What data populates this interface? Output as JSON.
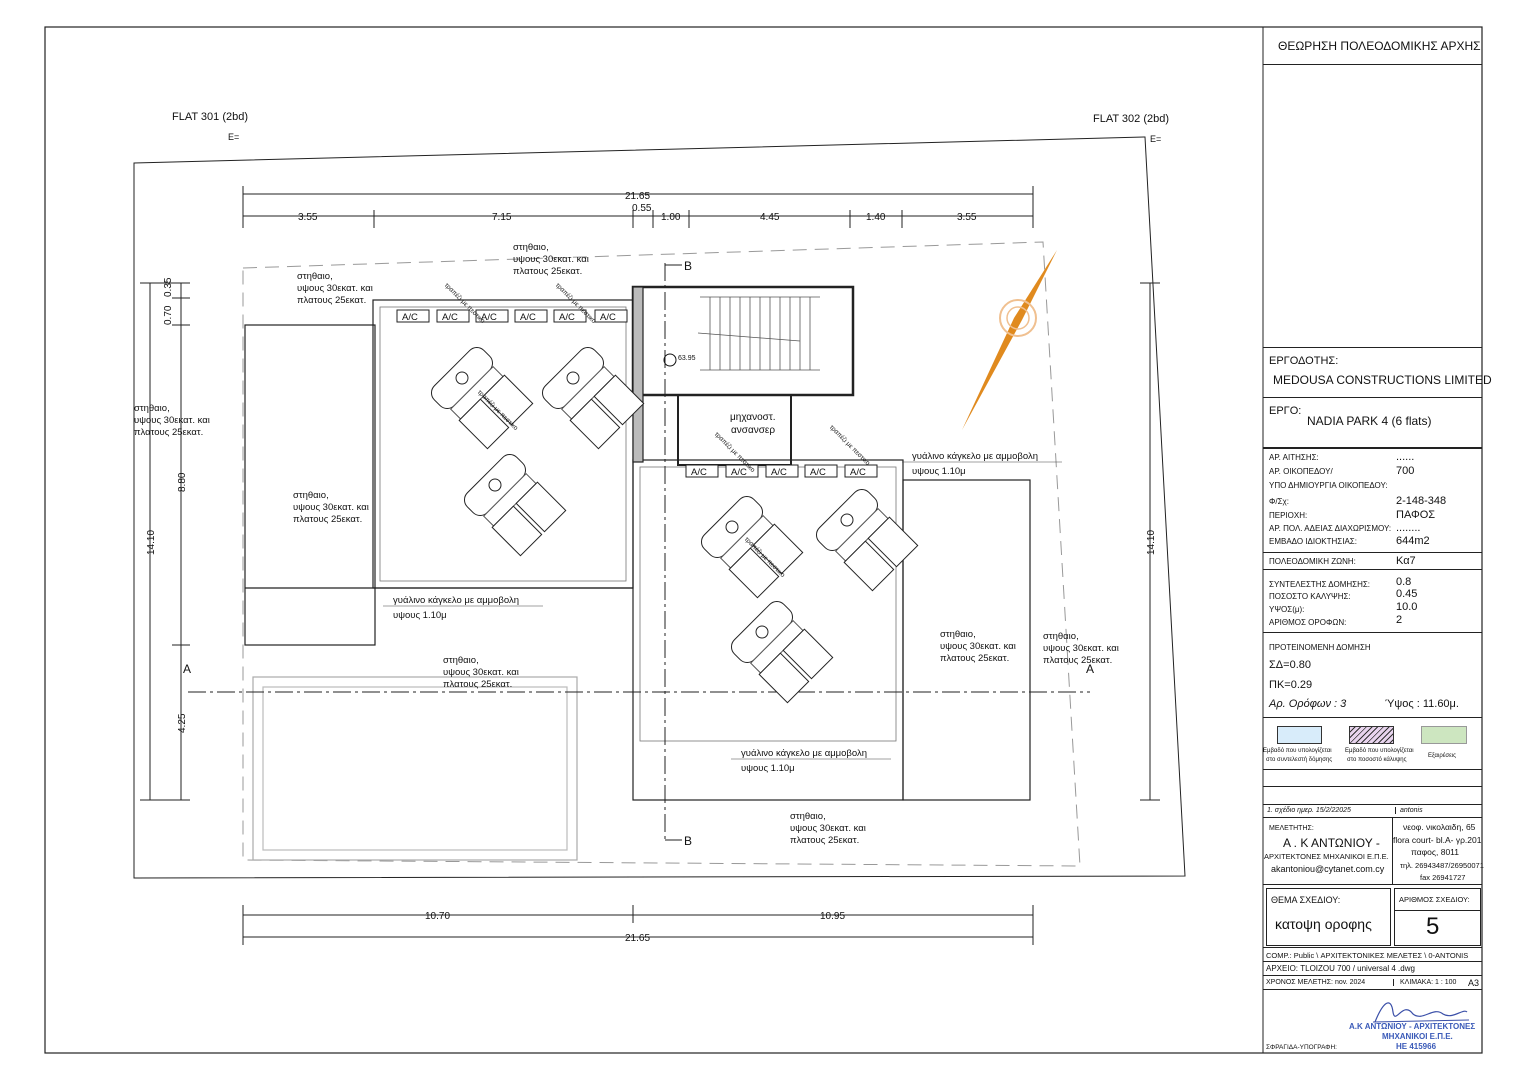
{
  "drawing": {
    "flat_left": {
      "label": "FLAT 301  (2bd)",
      "elevation": "E="
    },
    "flat_right": {
      "label": "FLAT 302  (2bd)",
      "elevation": "E="
    },
    "dims": {
      "top_total": "21.65",
      "top_segments": [
        "3.55",
        "7.15",
        "0.55",
        "1.00",
        "4.45",
        "1.40",
        "3.55"
      ],
      "bottom_segments": [
        "10.70",
        "10.95"
      ],
      "bottom_total": "21.65",
      "left_segments": [
        "0.70",
        "0.35",
        "8.80",
        "4.25"
      ],
      "left_total": "14.10",
      "right_total": "14.10"
    },
    "parapet_note": [
      "στηθαιο,",
      "υψους 30εκατ. και",
      "πλατους 25εκατ."
    ],
    "railing_note": [
      "γυάλινο κάγκελο με αμμοβολη",
      "υψους 1.10μ"
    ],
    "ac_label": "A/C",
    "table_label": "τραπέζι με πεστικο",
    "machine_room": [
      "μηχανοστ.",
      "ανσανσερ"
    ],
    "level": "63.95",
    "sections": {
      "a": "A",
      "b": "B"
    }
  },
  "title_block": {
    "header": "ΘΕΩΡΗΣΗ ΠΟΛΕΟΔΟΜΙΚΗΣ ΑΡΧΗΣ",
    "client_label": "ΕΡΓΟΔΟΤΗΣ:",
    "client": "MEDOUSA CONSTRUCTIONS LIMITED",
    "project_label": "ΕΡΓΟ:",
    "project": "NADIA PARK 4  (6 flats)",
    "info": [
      {
        "k": "ΑΡ. ΑΙΤΗΣΗΣ:",
        "v": "......"
      },
      {
        "k": "ΑΡ. ΟΙΚΟΠΕΔΟΥ/",
        "v": "700"
      },
      {
        "k": "ΥΠΟ ΔΗΜΙΟΥΡΓΙΑ ΟΙΚΟΠΕΔΟΥ:",
        "v": ""
      },
      {
        "k": "Φ/Σχ:",
        "v": "2-148-348"
      },
      {
        "k": "ΠΕΡΙΟΧΗ:",
        "v": "ΠΑΦΟΣ"
      },
      {
        "k": "ΑΡ. ΠΟΛ. ΑΔΕΙΑΣ ΔΙΑΧΩΡΙΣΜΟΥ:",
        "v": "........"
      },
      {
        "k": "ΕΜΒΑΔΟ ΙΔΙΟΚΤΗΣΙΑΣ:",
        "v": "644m2"
      }
    ],
    "zone": {
      "k": "ΠΟΛΕΟΔΟΜΙΚΗ ΖΩΝΗ:",
      "v": "Κα7"
    },
    "params": [
      {
        "k": "ΣΥΝΤΕΛΕΣΤΗΣ ΔΟΜΗΣΗΣ:",
        "v": "0.8"
      },
      {
        "k": "ΠΟΣΟΣΤΟ ΚΑΛΥΨΗΣ:",
        "v": "0.45"
      },
      {
        "k": "ΥΨΟΣ(μ):",
        "v": "10.0"
      },
      {
        "k": "ΑΡΙΘΜΟΣ ΟΡΟΦΩΝ:",
        "v": "2"
      }
    ],
    "proposed": {
      "title": "ΠΡΟΤΕΙΝΟΜΕΝΗ ΔΟΜΗΣΗ",
      "sd": "ΣΔ=0.80",
      "pk": "ΠΚ=0.29",
      "floors": "Αρ. Ορόφων : 3",
      "height": "Ύψος :  11.60μ."
    },
    "legend": [
      {
        "l1": "Εμβαδό που υπολογίζεται",
        "l2": "στο συντελεστή δόμησης",
        "color": "#d8ecfa"
      },
      {
        "l1": "Εμβαδό που υπολογίζεται",
        "l2": "στο ποσοστό κάλυψης",
        "color": "#e8d4ee"
      },
      {
        "l1": "Εξαιρέσεις",
        "l2": "",
        "color": "#cde6c0"
      }
    ],
    "drawing_date": "1. σχέδιο ημερ.   15/2/22025",
    "drawn_by": "antonis",
    "designer_label": "ΜΕΛΕΤΗΤΗΣ:",
    "designer": "Α . Κ ΑΝΤΩΝΙΟΥ -",
    "designer_sub": "ΑΡΧΙΤΕΚΤΟΝΕΣ ΜΗΧΑΝΙΚΟΙ Ε.Π.Ε.",
    "email": "akantoniou@cytanet.com.cy",
    "address": [
      "νεοφ. νικολαιδη, 65",
      "flora court- bl.A- γρ.201",
      "παφος, 8011",
      "τηλ. 26943487/26950071",
      "fax  26941727"
    ],
    "subject_label": "ΘΕΜΑ ΣΧΕΔΙΟΥ:",
    "subject": "κατοψη οροφης",
    "number_label": "ΑΡΙΘΜΟΣ ΣΧΕΔΙΟΥ:",
    "number": "5",
    "comp": "COMP.:   Public \\ ΑΡΧΙΤΕΚΤΟΝΙΚΕΣ ΜΕΛΕΤΕΣ \\ 0-ANTONIS",
    "file": "ΑΡΧΕΙΟ:  TLOIZOU 700  / universal 4 .dwg",
    "year": "ΧΡΟΝΟΣ ΜΕΛΕΤΗΣ: nov.  2024",
    "scale": "ΚΛΙΜΑΚΑ:  1 : 100",
    "paper": "A3",
    "stamp": [
      "Α.Κ ΑΝΤΩΝΙΟΥ - ΑΡΧΙΤΕΚΤΟΝΕΣ",
      "ΜΗΧΑΝΙΚΟΙ Ε.Π.Ε.",
      "ΗΕ 415966"
    ],
    "signature_label": "ΣΦΡΑΓΙΔΑ-ΥΠΟΓΡΑΦΗ:"
  }
}
